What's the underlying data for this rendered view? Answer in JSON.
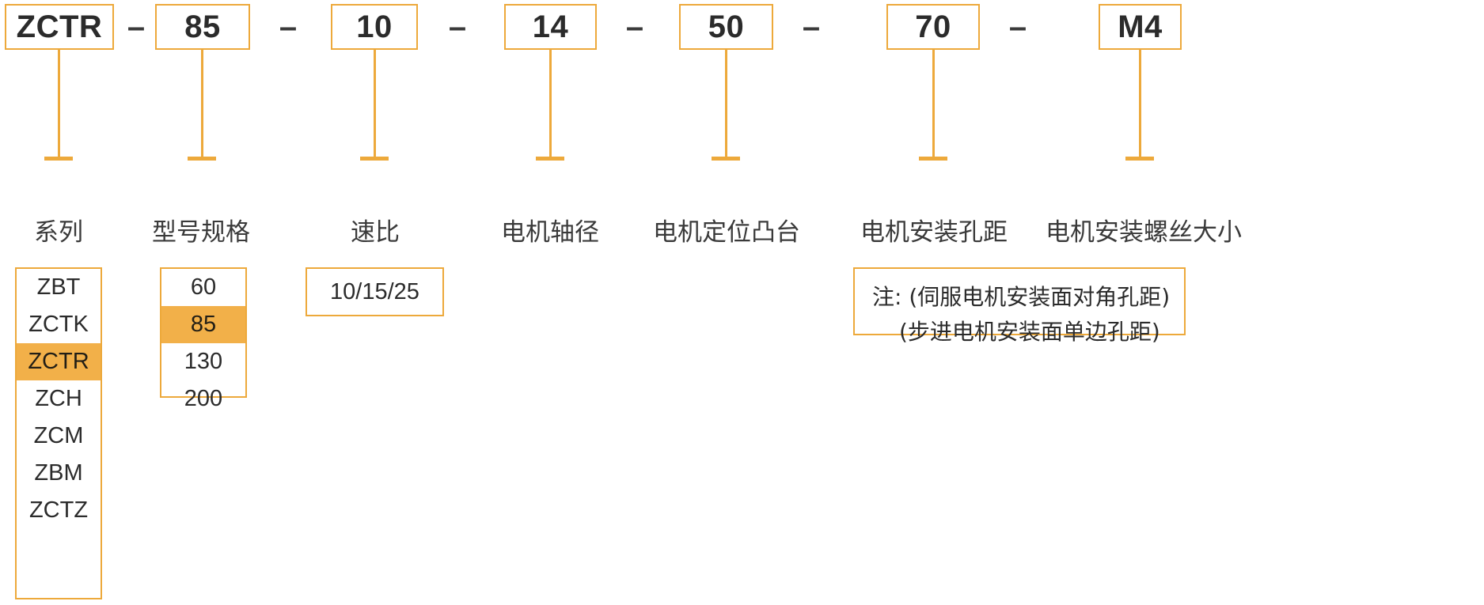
{
  "diagram": {
    "title_code": "ZCTR-85-10-14-50-70-M4",
    "separator": "–",
    "accent_color": "#eda93b",
    "highlight_color": "#f2b049",
    "text_color": "#2b2b2b"
  },
  "code_segments": [
    {
      "key": "series",
      "value": "ZCTR",
      "label": "系列"
    },
    {
      "key": "model_spec",
      "value": "85",
      "label": "型号规格"
    },
    {
      "key": "speed_ratio",
      "value": "10",
      "label": "速比"
    },
    {
      "key": "motor_shaft",
      "value": "14",
      "label": "电机轴径"
    },
    {
      "key": "motor_boss",
      "value": "50",
      "label": "电机定位凸台"
    },
    {
      "key": "mount_holes",
      "value": "70",
      "label": "电机安装孔距"
    },
    {
      "key": "mount_screw",
      "value": "M4",
      "label": "电机安装螺丝大小"
    }
  ],
  "series_options": {
    "items": [
      "ZBT",
      "ZCTK",
      "ZCTR",
      "ZCH",
      "ZCM",
      "ZBM",
      "ZCTZ"
    ],
    "selected": "ZCTR"
  },
  "model_spec_options": {
    "items": [
      "60",
      "85",
      "130",
      "200"
    ],
    "selected": "85"
  },
  "speed_ratio_options": {
    "value": "10/15/25"
  },
  "note": {
    "line1": "注: (伺服电机安装面对角孔距)",
    "line2": "(步进电机安装面单边孔距)"
  }
}
